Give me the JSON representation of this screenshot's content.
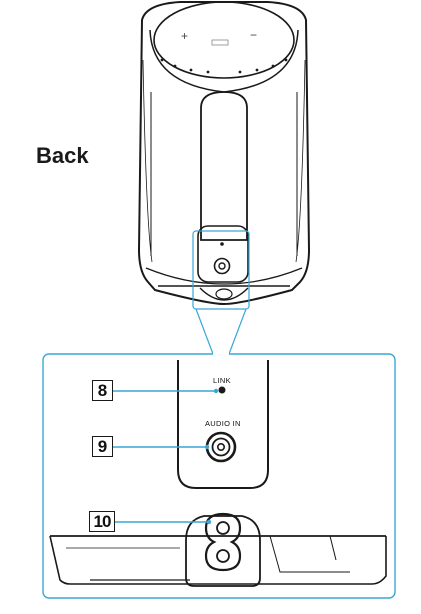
{
  "view": {
    "label": "Back"
  },
  "device": {
    "top_panel": {
      "buttons": [
        "+",
        "−"
      ]
    },
    "ports": [
      {
        "callout": "8",
        "label": "LINK"
      },
      {
        "callout": "9",
        "label": "AUDIO IN"
      },
      {
        "callout": "10",
        "label": ""
      }
    ]
  },
  "colors": {
    "outline": "#1a1a1a",
    "accent": "#3aa7d6",
    "body": "#ffffff"
  }
}
